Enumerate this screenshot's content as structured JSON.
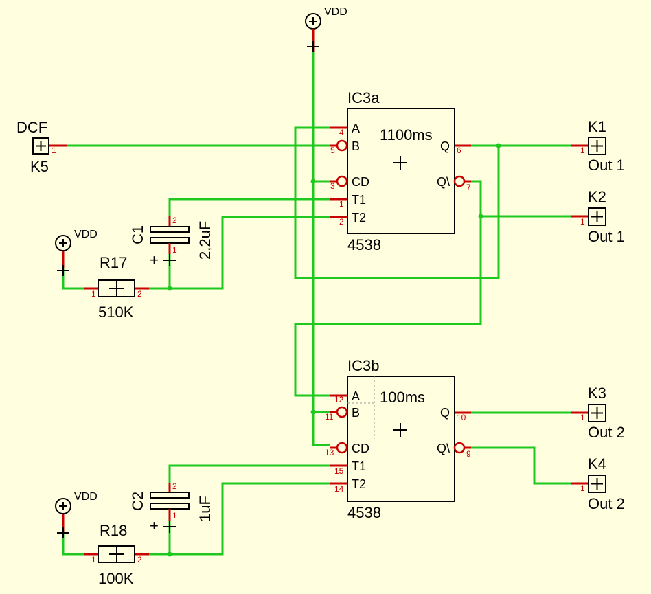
{
  "power": {
    "label": "VDD"
  },
  "ic3a": {
    "ref": "IC3a",
    "type": "4538",
    "value": "1100ms",
    "pins": {
      "a": {
        "name": "A",
        "num": "4"
      },
      "b": {
        "name": "B",
        "num": "5"
      },
      "cd": {
        "name": "CD",
        "num": "3"
      },
      "t1": {
        "name": "T1",
        "num": "1"
      },
      "t2": {
        "name": "T2",
        "num": "2"
      },
      "q": {
        "name": "Q",
        "num": "6"
      },
      "qn": {
        "name": "Q\\",
        "num": "7"
      }
    }
  },
  "ic3b": {
    "ref": "IC3b",
    "type": "4538",
    "value": "100ms",
    "pins": {
      "a": {
        "name": "A",
        "num": "12"
      },
      "b": {
        "name": "B",
        "num": "11"
      },
      "cd": {
        "name": "CD",
        "num": "13"
      },
      "t1": {
        "name": "T1",
        "num": "15"
      },
      "t2": {
        "name": "T2",
        "num": "14"
      },
      "q": {
        "name": "Q",
        "num": "10"
      },
      "qn": {
        "name": "Q\\",
        "num": "9"
      }
    }
  },
  "connectors": {
    "k5": {
      "ref": "K5",
      "label": "DCF",
      "pin": "1"
    },
    "k1": {
      "ref": "K1",
      "label": "Out 1",
      "pin": "1"
    },
    "k2": {
      "ref": "K2",
      "label": "Out 1",
      "pin": "1"
    },
    "k3": {
      "ref": "K3",
      "label": "Out 2",
      "pin": "1"
    },
    "k4": {
      "ref": "K4",
      "label": "Out 2",
      "pin": "1"
    }
  },
  "r17": {
    "ref": "R17",
    "value": "510K",
    "pin1": "1",
    "pin2": "2"
  },
  "r18": {
    "ref": "R18",
    "value": "100K",
    "pin1": "1",
    "pin2": "2"
  },
  "c1": {
    "ref": "C1",
    "value": "2,2uF",
    "pin1": "1",
    "pin2": "2",
    "polarity": "+"
  },
  "c2": {
    "ref": "C2",
    "value": "1uF",
    "pin1": "1",
    "pin2": "2",
    "polarity": "+"
  }
}
